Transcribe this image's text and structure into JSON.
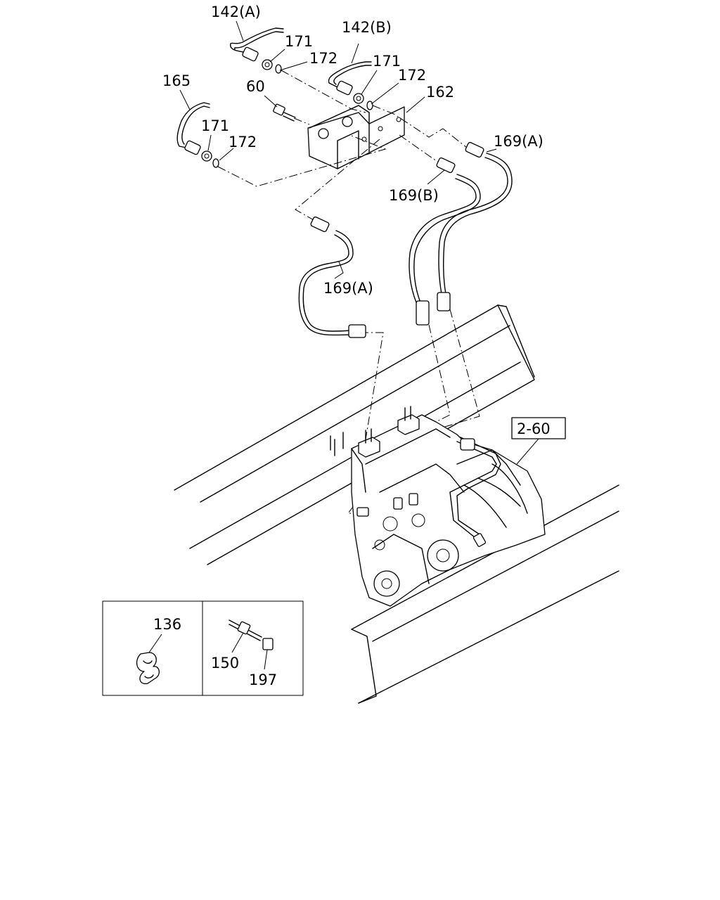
{
  "labels": {
    "p142a": "142(A)",
    "p142b": "142(B)",
    "p171_1": "171",
    "p172_1": "172",
    "p171_2": "171",
    "p172_2": "172",
    "p165": "165",
    "p60": "60",
    "p171_3": "171",
    "p172_3": "172",
    "p162": "162",
    "p169a_1": "169(A)",
    "p169b": "169(B)",
    "p169a_2": "169(A)",
    "ref_2_60": "2-60",
    "p136": "136",
    "p150": "150",
    "p197": "197"
  }
}
